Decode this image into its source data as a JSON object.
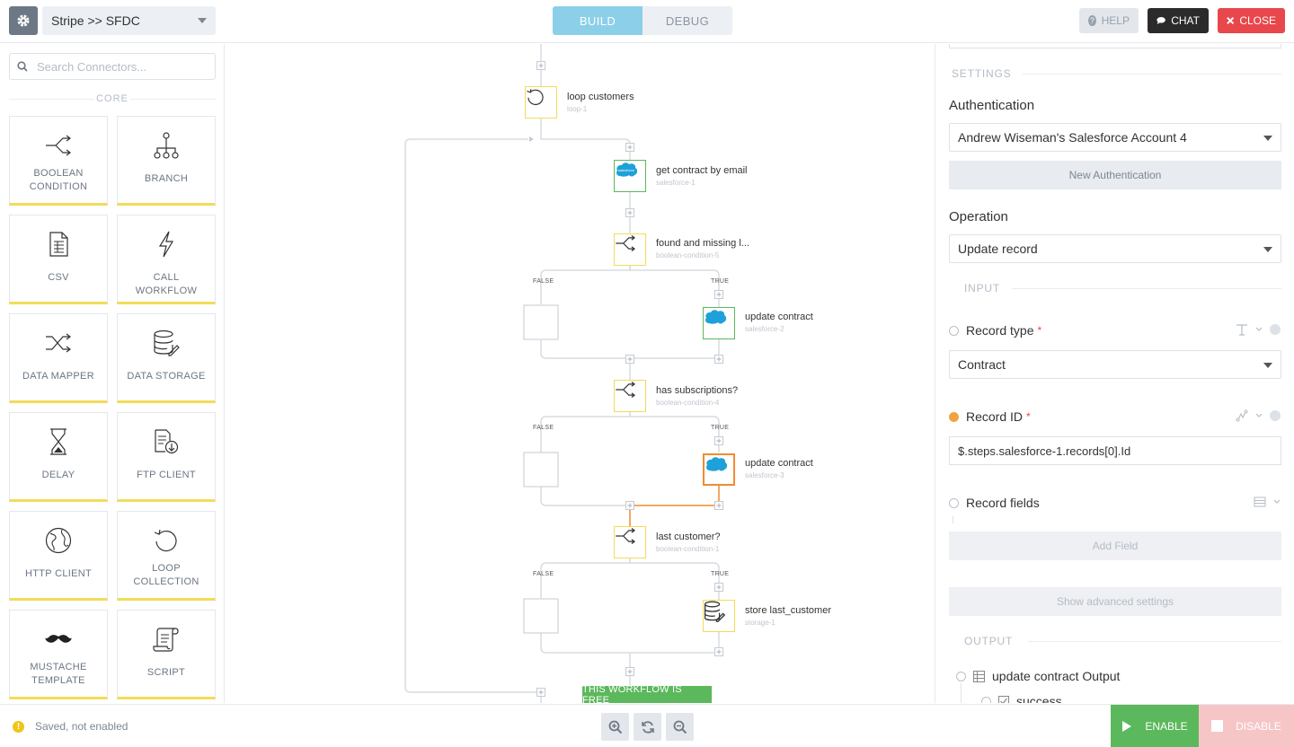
{
  "header": {
    "workflow_name": "Stripe >> SFDC",
    "tabs": [
      {
        "label": "BUILD"
      },
      {
        "label": "DEBUG"
      }
    ],
    "help_label": "HELP",
    "chat_label": "CHAT",
    "close_label": "CLOSE"
  },
  "sidebar": {
    "search_placeholder": "Search Connectors...",
    "section_label": "CORE",
    "connectors": [
      {
        "label": "BOOLEAN CONDITION",
        "icon": "boolean-condition-icon"
      },
      {
        "label": "BRANCH",
        "icon": "branch-icon"
      },
      {
        "label": "CSV",
        "icon": "csv-icon"
      },
      {
        "label": "CALL WORKFLOW",
        "icon": "lightning-icon"
      },
      {
        "label": "DATA MAPPER",
        "icon": "shuffle-icon"
      },
      {
        "label": "DATA STORAGE",
        "icon": "database-icon"
      },
      {
        "label": "DELAY",
        "icon": "hourglass-icon"
      },
      {
        "label": "FTP CLIENT",
        "icon": "ftp-icon"
      },
      {
        "label": "HTTP CLIENT",
        "icon": "globe-icon"
      },
      {
        "label": "LOOP COLLECTION",
        "icon": "loop-icon"
      },
      {
        "label": "MUSTACHE TEMPLATE",
        "icon": "mustache-icon"
      },
      {
        "label": "SCRIPT",
        "icon": "script-icon"
      }
    ]
  },
  "canvas": {
    "steps": [
      {
        "title": "loop customers",
        "sub": "loop-1"
      },
      {
        "title": "get contract by email",
        "sub": "salesforce-1"
      },
      {
        "title": "found and missing l...",
        "sub": "boolean-condition-5"
      },
      {
        "title": "update contract",
        "sub": "salesforce-2"
      },
      {
        "title": "has subscriptions?",
        "sub": "boolean-condition-4"
      },
      {
        "title": "update contract",
        "sub": "salesforce-3"
      },
      {
        "title": "last customer?",
        "sub": "boolean-condition-1"
      },
      {
        "title": "store last_customer",
        "sub": "storage-1"
      }
    ],
    "false_label": "FALSE",
    "true_label": "TRUE",
    "free_badge": "THIS WORKFLOW IS FREE",
    "salesforce_logo_text": "salesforce"
  },
  "panel": {
    "settings_header": "SETTINGS",
    "authentication_label": "Authentication",
    "authentication_value": "Andrew Wiseman's Salesforce Account 4",
    "new_auth_label": "New Authentication",
    "operation_label": "Operation",
    "operation_value": "Update record",
    "input_header": "INPUT",
    "record_type_label": "Record type",
    "record_type_value": "Contract",
    "record_id_label": "Record ID",
    "record_id_value": "$.steps.salesforce-1.records[0].Id",
    "record_fields_label": "Record fields",
    "add_field_label": "Add Field",
    "advanced_label": "Show advanced settings",
    "output_header": "OUTPUT",
    "output_item": "update contract Output",
    "output_child": "success",
    "required_mark": "*"
  },
  "footer": {
    "status_text": "Saved, not enabled",
    "enable_label": "ENABLE",
    "disable_label": "DISABLE"
  },
  "colors": {
    "accent": "#8ccfe8",
    "connector_underline": "#f2dc5a",
    "selected_step": "#f08c2e",
    "enable": "#5cb85c",
    "close": "#e8474b"
  }
}
